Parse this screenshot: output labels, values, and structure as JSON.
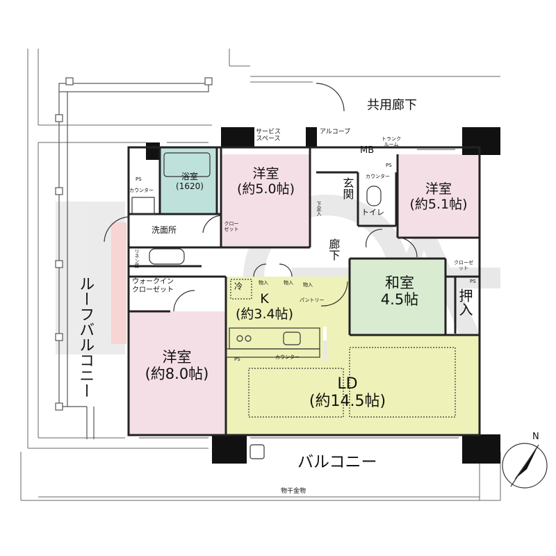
{
  "rooms": {
    "bedroom_1": {
      "name": "洋室",
      "size": "(約5.0帖)"
    },
    "bedroom_2": {
      "name": "洋室",
      "size": "(約5.1帖)"
    },
    "bedroom_3": {
      "name": "洋室",
      "size": "(約8.0帖)"
    },
    "bath": {
      "name": "浴室",
      "size": "(1620)"
    },
    "washroom": "洗面所",
    "toilet": "トイレ",
    "entrance": "玄関",
    "corridor": "廊下",
    "japanese_room": {
      "name": "和室",
      "size": "4.5帖"
    },
    "oshiire": "押入",
    "walk_in_closet": {
      "line1": "ウォークイン",
      "line2": "クローゼット"
    },
    "kitchen": {
      "name": "K",
      "size": "(約3.4帖)"
    },
    "ld": {
      "name": "LD",
      "size": "(約14.5帖)"
    }
  },
  "labels": {
    "common_corridor": "共用廊下",
    "balcony": "バルコニー",
    "roof_balcony": "ルーフバルコニー",
    "service_space_1": "サービス",
    "service_space_2": "スペース",
    "alcove": "アルコーブ",
    "trunk_room": "トランクルーム",
    "mb": "MB",
    "ps": "PS",
    "counter": "カウンター",
    "closet": "クローゼット",
    "shoe_box": "下足入",
    "storage": "物入",
    "pantry": "パントリー",
    "linen": "リネン庫",
    "fridge": "冷",
    "laundry_hardware": "物干金物",
    "north": "N"
  },
  "colors": {
    "wall": "#111111",
    "bedroom": "#f5dfe7",
    "bath": "#bfe1dc",
    "japanese": "#d9ecd2",
    "ld": "#eef2b8",
    "watermark": "#d7d7d7",
    "watermark_accent": "#f2b4b4"
  }
}
